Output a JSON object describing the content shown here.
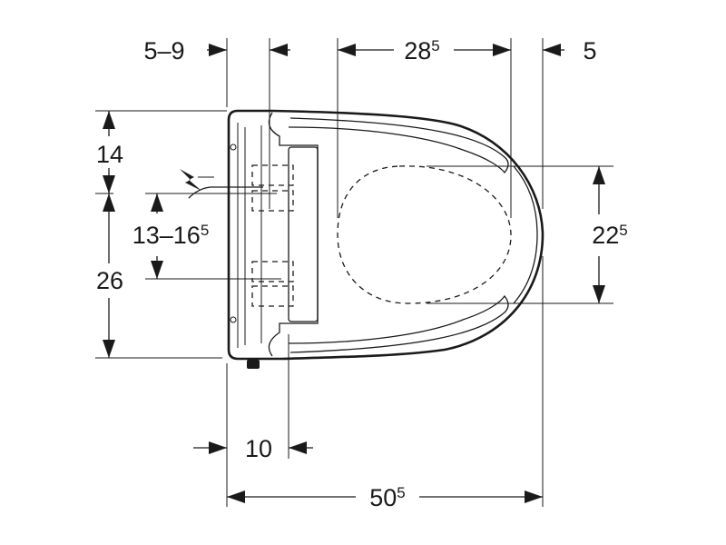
{
  "drawing": {
    "title": "Shower toilet seat dimension drawing",
    "dimensions": {
      "top_left": {
        "main": "5–9",
        "sup": ""
      },
      "top_middle": {
        "main": "28",
        "sup": "5"
      },
      "top_right": {
        "main": "5",
        "sup": ""
      },
      "left_upper": {
        "main": "14",
        "sup": ""
      },
      "left_lower": {
        "main": "26",
        "sup": ""
      },
      "left_range": {
        "main": "13–16",
        "sup": "5"
      },
      "right_opening": {
        "main": "22",
        "sup": "5"
      },
      "bottom_small": {
        "main": "10",
        "sup": ""
      },
      "bottom_total": {
        "main": "50",
        "sup": "5"
      }
    },
    "icons": [
      "electrical-connection-icon"
    ],
    "colors": {
      "line": "#1a1a1a",
      "background": "#ffffff"
    }
  }
}
